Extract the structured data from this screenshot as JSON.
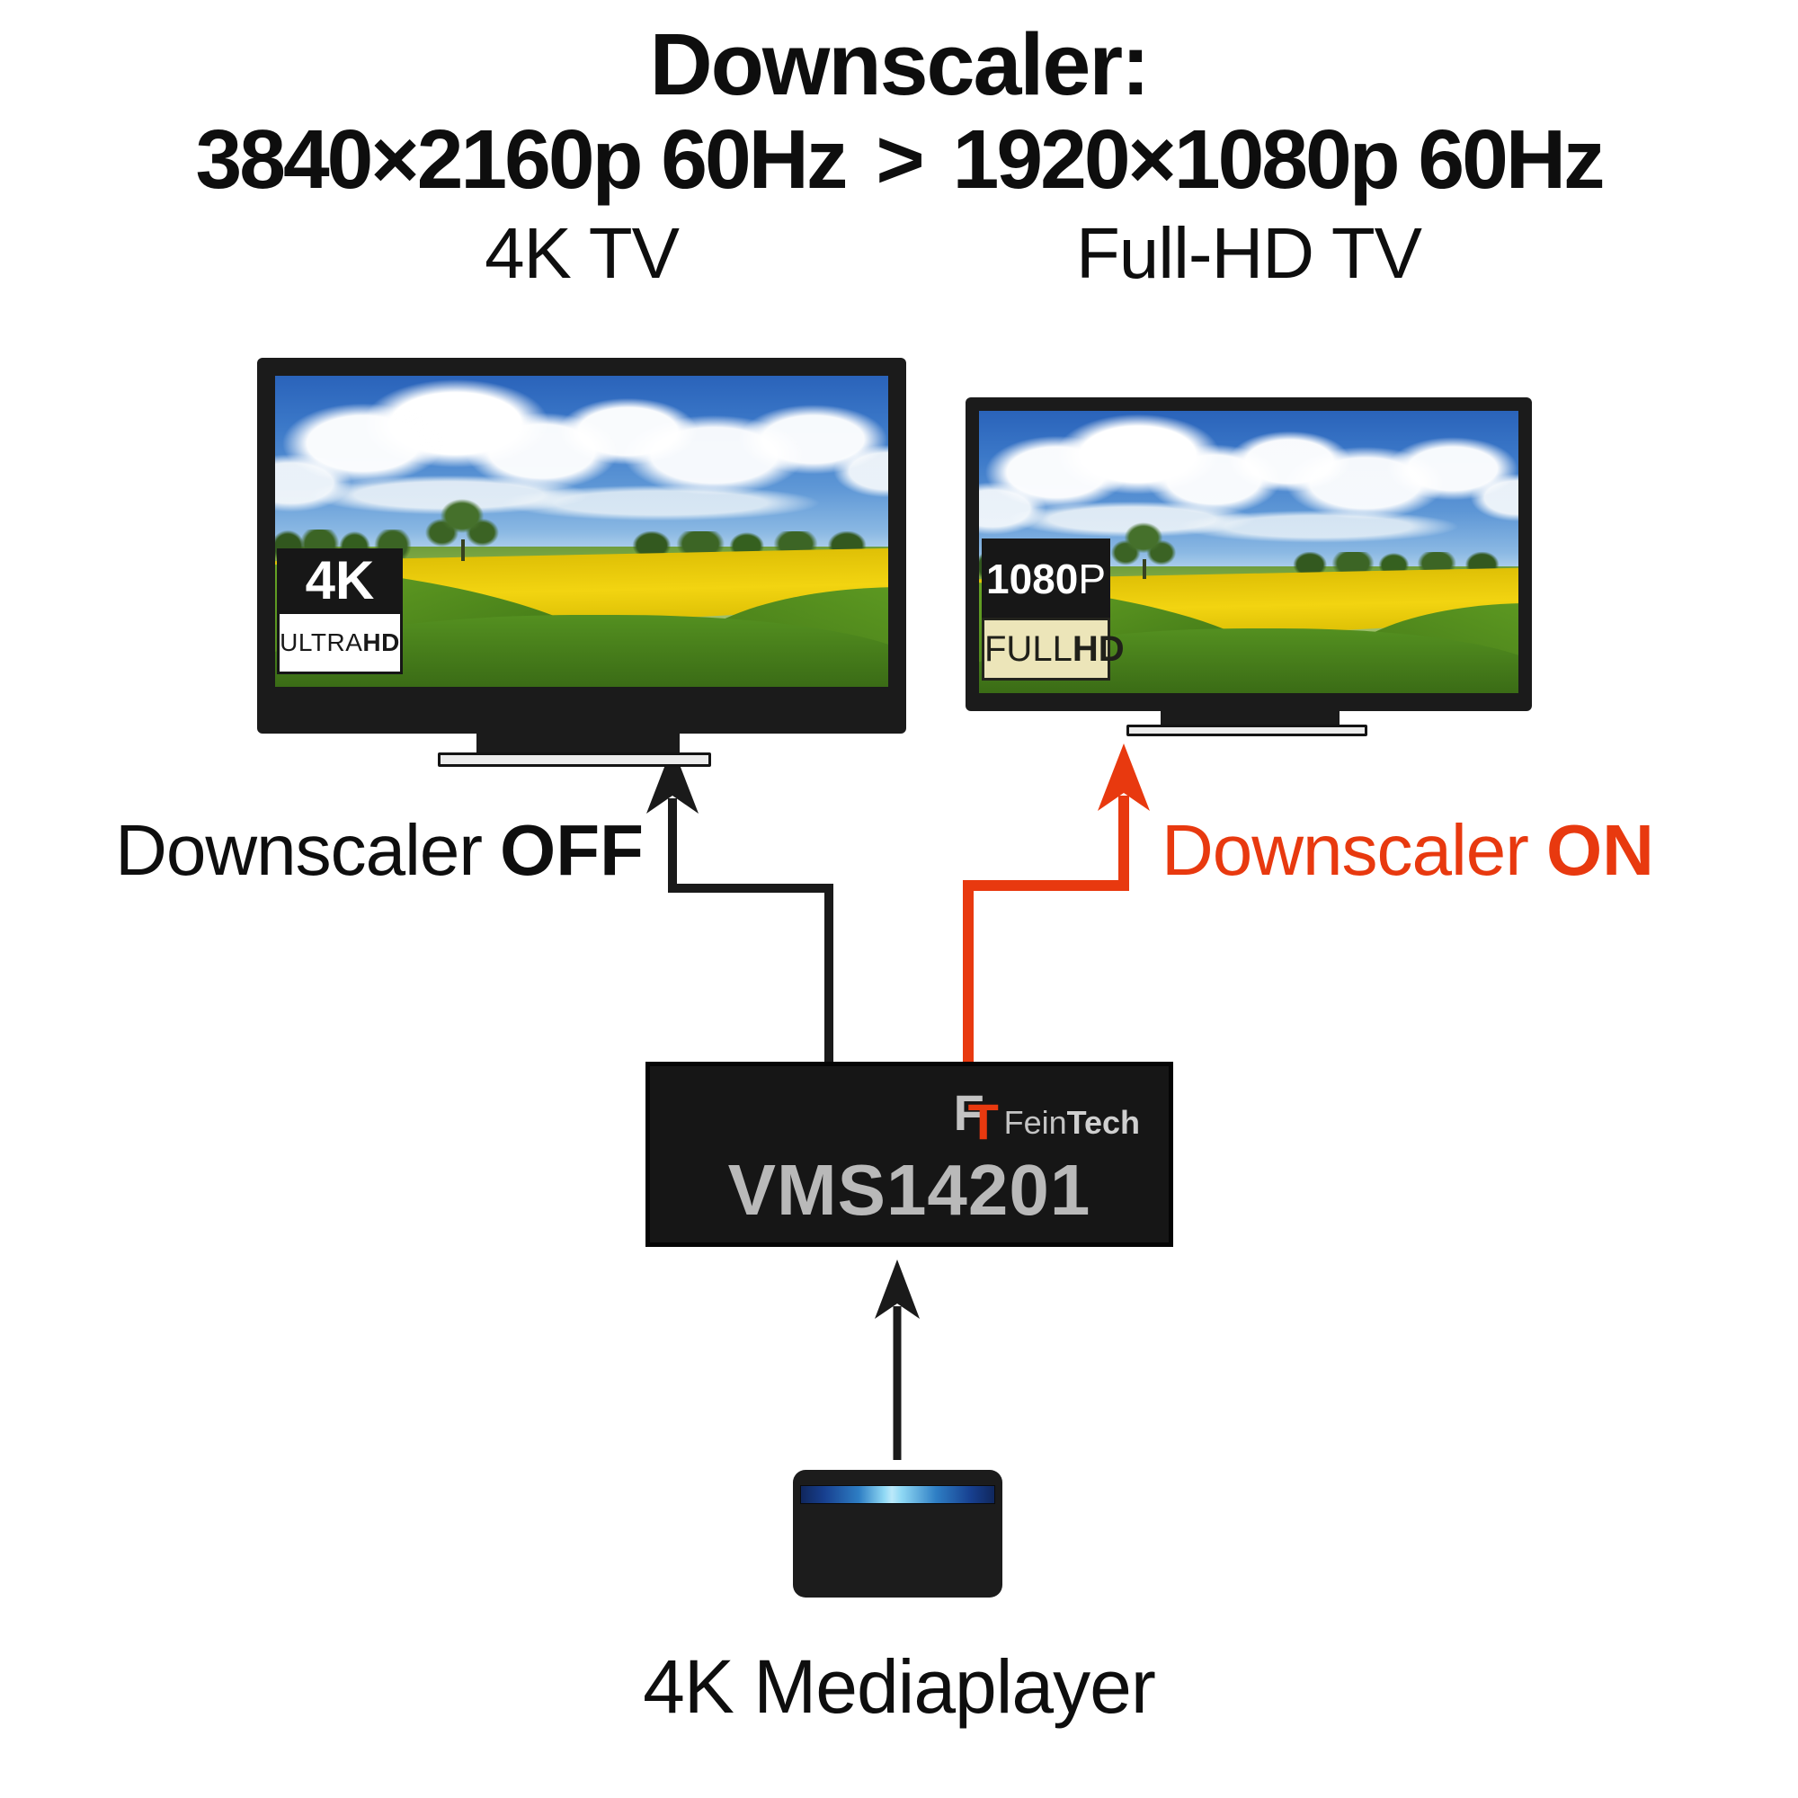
{
  "title": {
    "line1": "Downscaler:",
    "line2_left": "3840×2160p 60Hz",
    "line2_sep": ">",
    "line2_right": "1920×1080p 60Hz"
  },
  "tv_left": {
    "label": "4K TV",
    "badge_top": "4K",
    "badge_bottom_light": "ULTRA",
    "badge_bottom_bold": "HD"
  },
  "tv_right": {
    "label": "Full-HD TV",
    "badge_top_bold": "1080",
    "badge_top_light": "P",
    "badge_bottom_light": "FULL",
    "badge_bottom_bold": "HD"
  },
  "paths": {
    "off_label": "Downscaler",
    "off_state": "OFF",
    "on_label": "Downscaler",
    "on_state": "ON"
  },
  "switch_box": {
    "brand_f": "F",
    "brand_t": "T",
    "brand_name_regular": "Fein",
    "brand_name_bold": "Tech",
    "model": "VMS14201"
  },
  "source_device": {
    "label": "4K Mediaplayer"
  },
  "colors": {
    "accent_red": "#e8390f",
    "wire_black": "#1a1a1a",
    "badge_cream": "#ece5b9",
    "led_blue": "#bce9fa"
  }
}
